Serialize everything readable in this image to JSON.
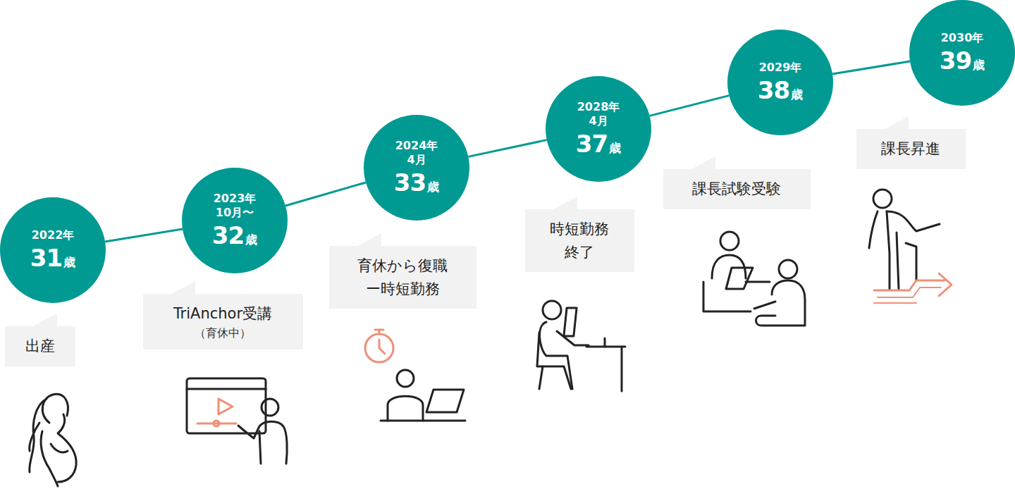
{
  "diagram": {
    "nodes": [
      {
        "text": [
          "2022年",
          "31歳"
        ]
      },
      {
        "text": [
          "出産"
        ]
      },
      {
        "text": [
          "2023年 10月〜",
          "32歳"
        ]
      },
      {
        "text": [
          "TriAnchor受講",
          "（育休中）"
        ]
      },
      {
        "text": [
          "2024年 4月",
          "33歳"
        ]
      },
      {
        "text": [
          "育休から復職 ー時短勤務"
        ]
      },
      {
        "text": [
          "2028年 4月",
          "37歳"
        ]
      },
      {
        "text": [
          "時短勤務 終了"
        ]
      },
      {
        "text": [
          "2029年",
          "38歳"
        ]
      },
      {
        "text": [
          "課長試験受験"
        ]
      },
      {
        "text": [
          "2030年",
          "39歳"
        ]
      },
      {
        "text": [
          "課長昇進"
        ]
      }
    ],
    "edges": [
      {
        "from": 0,
        "to": 2,
        "arrow": "none"
      },
      {
        "from": 2,
        "to": 4,
        "arrow": "none"
      },
      {
        "from": 4,
        "to": 6,
        "arrow": "none"
      },
      {
        "from": 6,
        "to": 8,
        "arrow": "none"
      },
      {
        "from": 8,
        "to": 10,
        "arrow": "none"
      }
    ]
  }
}
